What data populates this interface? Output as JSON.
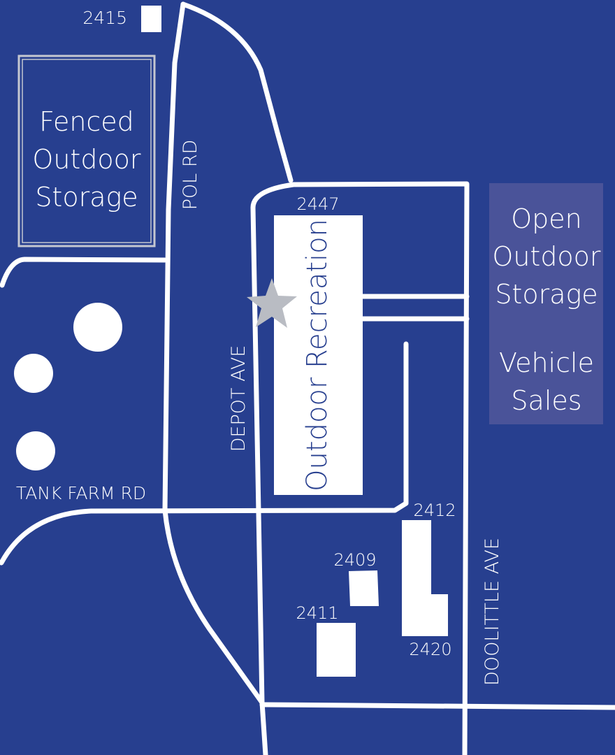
{
  "colors": {
    "background": "#273f8f",
    "road": "#ffffff",
    "highlight_box": "#4a5399",
    "star": "#b9bcc3",
    "fence_border": "#c4c7d0"
  },
  "roads": {
    "pol_rd": "POL RD",
    "depot_ave": "DEPOT AVE",
    "tank_farm_rd": "TANK FARM RD",
    "doolittle_ave": "DOOLITTLE AVE"
  },
  "buildings": {
    "b2415": "2415",
    "b2447": "2447",
    "b2412": "2412",
    "b2409": "2409",
    "b2411": "2411",
    "b2420": "2420"
  },
  "areas": {
    "fenced": [
      "Fenced",
      "Outdoor",
      "Storage"
    ],
    "outdoor_recreation": "Outdoor Recreation",
    "open_storage": [
      "Open",
      "Outdoor",
      "Storage"
    ],
    "vehicle_sales": [
      "Vehicle",
      "Sales"
    ]
  },
  "markers": {
    "star": "star-icon"
  }
}
